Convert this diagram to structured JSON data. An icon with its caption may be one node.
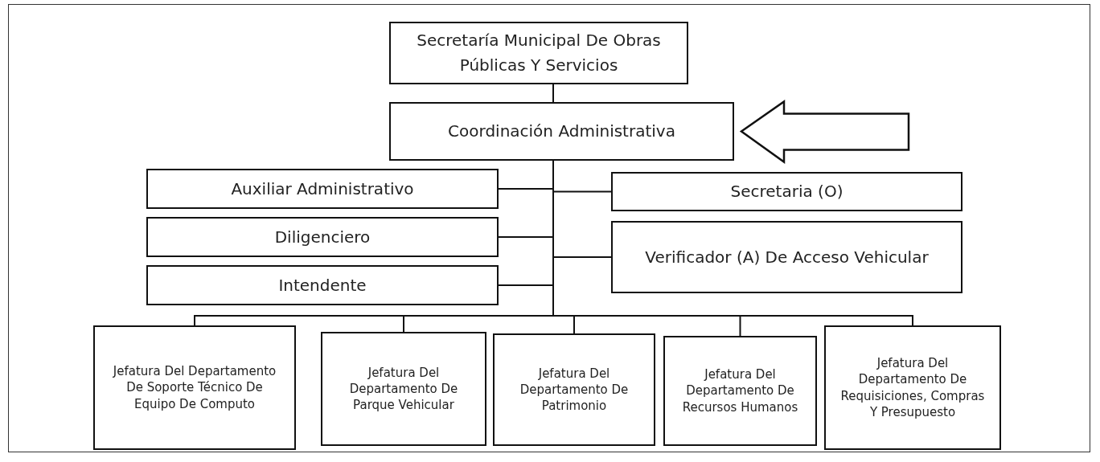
{
  "diagram": {
    "nodes": [
      {
        "text": [
          "Secretaría Municipal De Obras Públicas Y Servicios"
        ]
      },
      {
        "text": [
          "Coordinación Administrativa"
        ]
      },
      {
        "text": [
          "Auxiliar Administrativo"
        ]
      },
      {
        "text": [
          "Secretaria (O)"
        ]
      },
      {
        "text": [
          "Diligenciero"
        ]
      },
      {
        "text": [
          "Verificador (A) De Acceso Vehicular"
        ]
      },
      {
        "text": [
          "Intendente"
        ]
      },
      {
        "text": [
          "Jefatura Del Departamento De Soporte Técnico De Equipo De Computo"
        ]
      },
      {
        "text": [
          "Jefatura Del Departamento De Parque Vehicular"
        ]
      },
      {
        "text": [
          "Jefatura Del Departamento De Patrimonio"
        ]
      },
      {
        "text": [
          "Jefatura Del Departamento De Recursos Humanos"
        ]
      },
      {
        "text": [
          "Jefatura Del Departamento De Requisiciones, Compras Y Presupuesto"
        ]
      }
    ],
    "edges": [
      {
        "from": 0,
        "to": 1,
        "arrow": "none"
      },
      {
        "from": 1,
        "to": 2,
        "arrow": "none"
      },
      {
        "from": 1,
        "to": 3,
        "arrow": "none"
      },
      {
        "from": 1,
        "to": 4,
        "arrow": "none"
      },
      {
        "from": 1,
        "to": 5,
        "arrow": "none"
      },
      {
        "from": 1,
        "to": 6,
        "arrow": "none"
      },
      {
        "from": 1,
        "to": 7,
        "arrow": "none"
      },
      {
        "from": 1,
        "to": 8,
        "arrow": "none"
      },
      {
        "from": 1,
        "to": 9,
        "arrow": "none"
      },
      {
        "from": 1,
        "to": 10,
        "arrow": "none"
      },
      {
        "from": 1,
        "to": 11,
        "arrow": "none"
      },
      {
        "from": null,
        "to": 1,
        "arrow": "to",
        "style": "thick"
      }
    ]
  }
}
